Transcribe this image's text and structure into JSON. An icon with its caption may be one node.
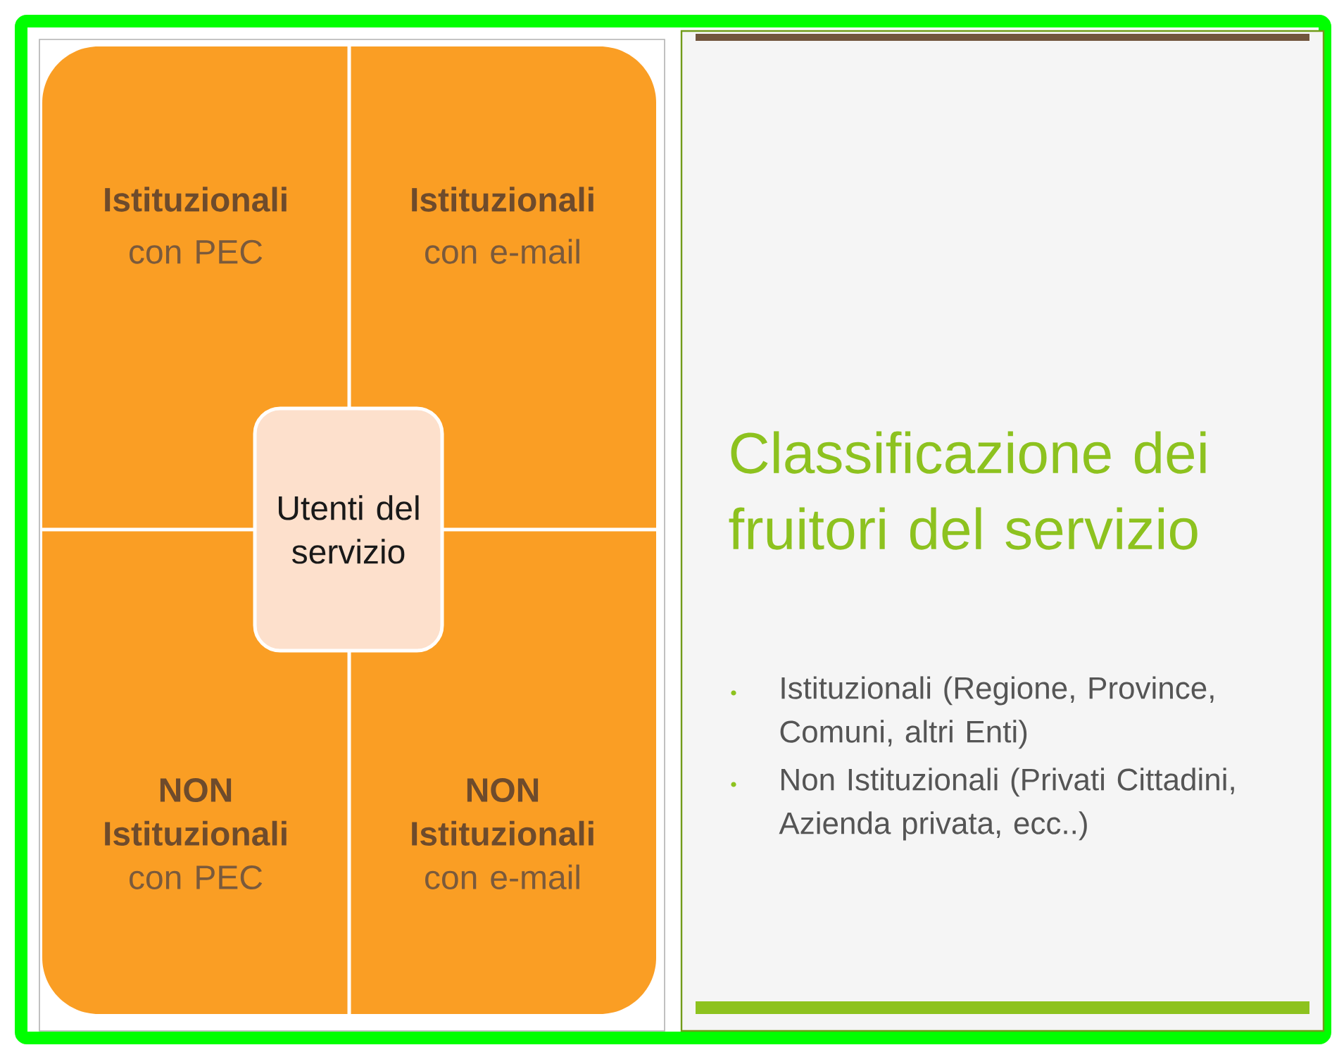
{
  "diagram": {
    "title": "Classificazione dei fruitori del servizio",
    "nodes": [
      {
        "text": [
          "Istituzionali",
          "con PEC"
        ]
      },
      {
        "text": [
          "Istituzionali",
          "con e-mail"
        ]
      },
      {
        "text": [
          "NON Istituzionali",
          "con PEC"
        ]
      },
      {
        "text": [
          "NON Istituzionali",
          "con e-mail"
        ]
      },
      {
        "text": [
          "Utenti del servizio"
        ]
      }
    ],
    "labels": [
      "Istituzionali (Regione, Province, Comuni, altri  Enti)",
      "Non Istituzionali (Privati Cittadini, Azienda privata, ecc..)"
    ]
  }
}
